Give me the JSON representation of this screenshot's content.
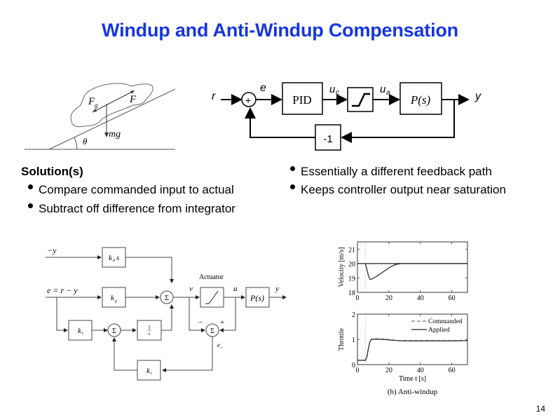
{
  "slide": {
    "title": "Windup and Anti-Windup Compensation",
    "page_number": "14"
  },
  "car_figure": {
    "labels": {
      "gravity_force": "F",
      "gravity_sub": "g",
      "drive_force": "F",
      "weight": "mg",
      "angle": "θ"
    }
  },
  "loop_diagram": {
    "reference": "r",
    "error": "e",
    "controller": "PID",
    "commanded": "u",
    "commanded_sub": "c",
    "applied": "u",
    "applied_sub": "a",
    "plant": "P(s)",
    "output": "y",
    "feedback_gain": "-1",
    "sum_sign": "+"
  },
  "text": {
    "solution_heading": "Solution(s)",
    "left_bullets": [
      "Compare commanded input to actual",
      "Subtract off difference from integrator"
    ],
    "right_bullets": [
      "Essentially a different feedback path",
      "Keeps controller output near saturation"
    ]
  },
  "antiwindup_diagram": {
    "neg_y": "−y",
    "error_eq": "e = r − y",
    "kd_block": "k",
    "kd_sub": "d",
    "kd_s": "s",
    "kp_block": "k",
    "kp_sub": "p",
    "ki_block": "k",
    "ki_sub": "i",
    "integrator_num": "1",
    "integrator_den": "s",
    "kt_block": "k",
    "kt_sub": "t",
    "sum_symbol": "Σ",
    "actuator_label": "Actuator",
    "v_label": "v",
    "u_label": "u",
    "plant": "P(s)",
    "y_label": "y",
    "minus": "−",
    "plus": "+",
    "es_label": "e",
    "es_sub": "s"
  },
  "chart_data": [
    {
      "type": "line",
      "title": "",
      "xlabel": "",
      "ylabel": "Velocity [m/s]",
      "xlim": [
        0,
        70
      ],
      "ylim": [
        18,
        21.5
      ],
      "xticks": [
        0,
        20,
        40,
        60
      ],
      "yticks": [
        18,
        19,
        20,
        21
      ],
      "vline": 5,
      "series": [
        {
          "name": "reference",
          "style": "solid",
          "x": [
            0,
            70
          ],
          "y": [
            20,
            20
          ]
        },
        {
          "name": "velocity",
          "style": "solid",
          "x": [
            5,
            6,
            7,
            8,
            9,
            10,
            12,
            14,
            16,
            18,
            20,
            22,
            24,
            26,
            28,
            30,
            35,
            70
          ],
          "y": [
            20,
            19.6,
            19.15,
            18.9,
            18.92,
            18.98,
            19.1,
            19.25,
            19.4,
            19.55,
            19.7,
            19.82,
            19.92,
            19.97,
            20.0,
            20.0,
            20.0,
            20.0
          ]
        }
      ]
    },
    {
      "type": "line",
      "title": "(b) Anti-windup",
      "xlabel": "Time t [s]",
      "ylabel": "Throttle",
      "xlim": [
        0,
        70
      ],
      "ylim": [
        0,
        2
      ],
      "xticks": [
        0,
        20,
        40,
        60
      ],
      "yticks": [
        0,
        1,
        2
      ],
      "vline": 5,
      "legend": "top-right",
      "series": [
        {
          "name": "Commanded",
          "style": "dashed",
          "x": [
            0,
            5,
            6,
            7,
            8,
            9,
            12,
            16,
            20,
            25,
            30,
            40,
            50,
            60,
            70
          ],
          "y": [
            0.17,
            0.17,
            0.3,
            0.65,
            0.92,
            1.01,
            1.02,
            1.01,
            0.99,
            0.96,
            0.95,
            0.95,
            0.95,
            0.95,
            0.96
          ]
        },
        {
          "name": "Applied",
          "style": "solid",
          "x": [
            0,
            5,
            6,
            7,
            8,
            9,
            12,
            16,
            20,
            25,
            30,
            40,
            50,
            60,
            70
          ],
          "y": [
            0.17,
            0.17,
            0.3,
            0.65,
            0.92,
            1.0,
            1.01,
            1.0,
            0.98,
            0.95,
            0.94,
            0.94,
            0.94,
            0.94,
            0.95
          ]
        }
      ]
    }
  ]
}
